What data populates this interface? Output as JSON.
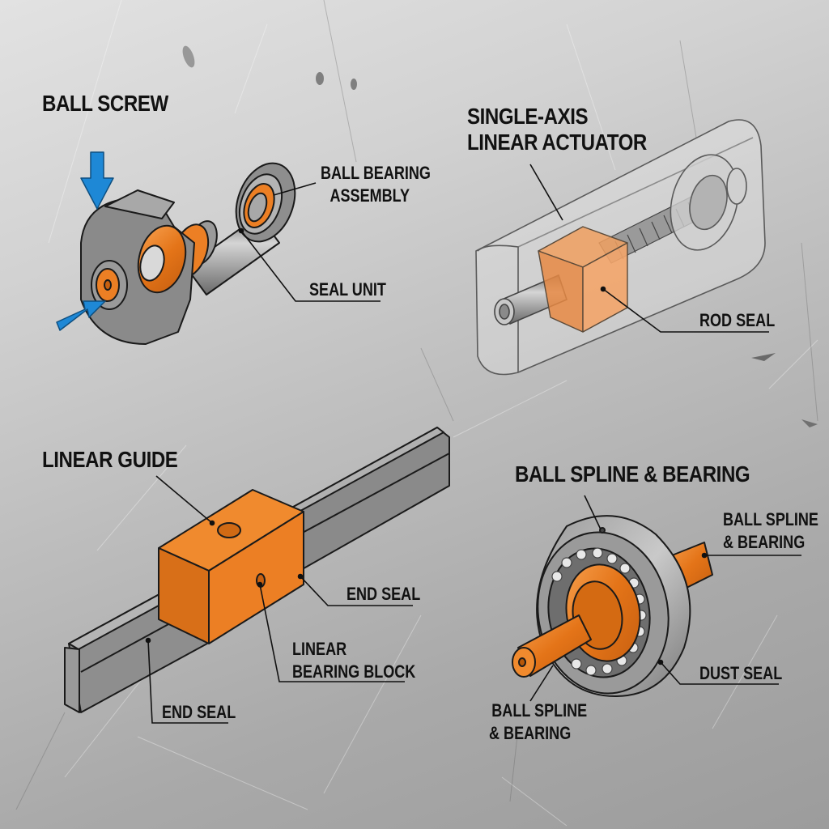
{
  "sections": {
    "ball_screw": {
      "title": "BALL SCREW",
      "callouts": {
        "bearing": [
          "BALL BEARING",
          "ASSEMBLY"
        ],
        "seal": "SEAL UNIT"
      },
      "arrow_color": "#1e88d6"
    },
    "actuator": {
      "title": [
        "SINGLE-AXIS",
        "LINEAR ACTUATOR"
      ],
      "callouts": {
        "rod_seal": "ROD SEAL"
      }
    },
    "linear_guide": {
      "title": "LINEAR GUIDE",
      "callouts": {
        "end_seal_right": "END SEAL",
        "block": [
          "LINEAR",
          "BEARING BLOCK"
        ],
        "end_seal_left": "END SEAL"
      }
    },
    "ball_spline": {
      "title": "BALL SPLINE & BEARING",
      "callouts": {
        "right": [
          "BALL SPLINE",
          "& BEARING"
        ],
        "dust_seal": "DUST SEAL",
        "bottom": [
          "BALL SPLINE",
          "& BEARING"
        ]
      }
    }
  },
  "colors": {
    "accent_orange": "#ec7f24",
    "metal_gray": "#8c8c8c",
    "outline": "#1a1a1a",
    "arrow_blue": "#1e88d6"
  }
}
